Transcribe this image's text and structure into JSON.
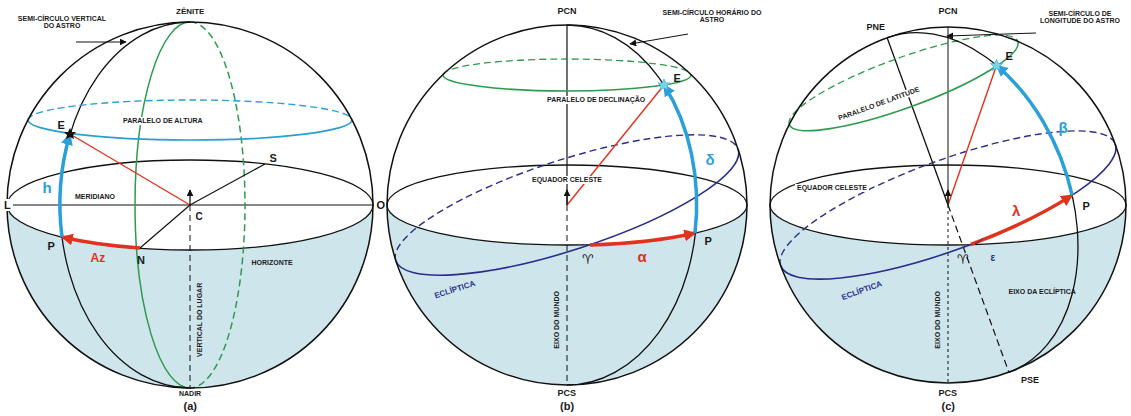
{
  "diagram": {
    "labels": [
      "SEMI-CÍRCULO VERTICAL DO ASTRO",
      "ZÊNITE",
      "E",
      "PARALELO DE ALTURA",
      "S",
      "h",
      "MERIDIANO",
      "C",
      "L",
      "O",
      "P",
      "Az",
      "N",
      "HORIZONTE",
      "VERTICAL DO LUGAR",
      "NADIR",
      "(a)",
      "PCN",
      "SEMI-CÍRCULO HORÁRIO DO ASTRO",
      "PARALELO DE DECLINAÇÃO",
      "E",
      "δ",
      "EQUADOR CELESTE",
      "ECLÍPTICA",
      "♈",
      "α",
      "P",
      "EIXO DO MUNDO",
      "PCS",
      "(b)",
      "PCN",
      "PNE",
      "SEMI-CÍRCULO DE LONGITUDE DO ASTRO",
      "E",
      "β",
      "PARALELO DE LATITUDE",
      "EQUADOR CELESTE",
      "λ",
      "P",
      "ε",
      "ECLÍPTICA",
      "♈",
      "EIXO DA ECLÍPTICA",
      "EIXO DO MUNDO",
      "PCS",
      "PSE",
      "(c)"
    ]
  }
}
